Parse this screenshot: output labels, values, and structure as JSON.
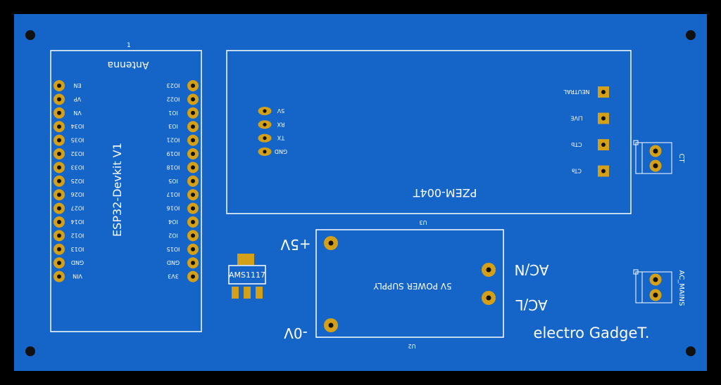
{
  "colors": {
    "background": "#000000",
    "board": "#1565c8",
    "silkscreen": "#ffffff",
    "pad_copper": "#d4a017",
    "hole": "#111111"
  },
  "esp32": {
    "pin1_marker": "1",
    "antenna_label": "Antenna",
    "module_label": "ESP32-Devkit V1",
    "left_pins": [
      "EN",
      "VP",
      "VN",
      "IO34",
      "IO35",
      "IO32",
      "IO33",
      "IO25",
      "IO26",
      "IO27",
      "IO14",
      "IO12",
      "IO13",
      "GND",
      "VIN"
    ],
    "right_pins": [
      "IO23",
      "IO22",
      "IO1",
      "IO3",
      "IO21",
      "IO19",
      "IO18",
      "IO5",
      "IO17",
      "IO16",
      "IO4",
      "IO2",
      "IO15",
      "GND",
      "3V3"
    ]
  },
  "pzem": {
    "label": "PZEM-004T",
    "ref": "U3",
    "left_pins": [
      "5V",
      "RX",
      "TX",
      "GND"
    ],
    "right_pins": [
      "NEUTRAL",
      "LIVE",
      "CTb",
      "CTa"
    ]
  },
  "power_supply": {
    "label": "5V POWER SUPPLY",
    "ref": "U2",
    "plus_label": "+5V",
    "minus_label": "-0V",
    "acn_label": "AC/N",
    "acl_label": "AC/L"
  },
  "regulator": {
    "label": "AMS1117"
  },
  "terminals": {
    "ct_label": "CT",
    "mains_label": "AC_MAINS"
  },
  "brand": "electro GadgeT."
}
